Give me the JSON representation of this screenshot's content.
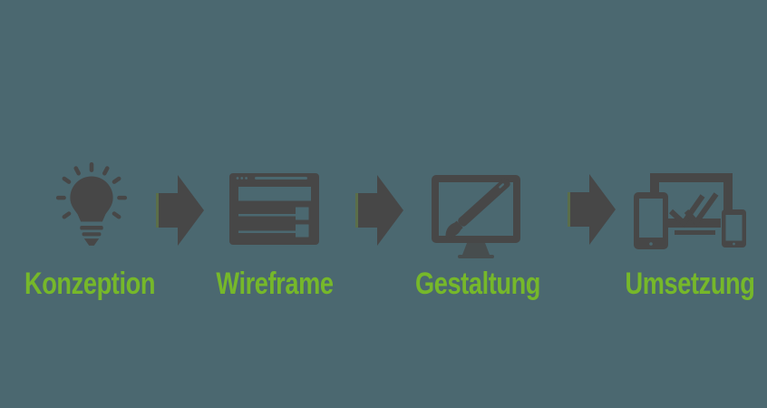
{
  "colors": {
    "background": "#4B6870",
    "icon_dark": "#474747",
    "label_green": "#76B82A",
    "arrow_edge_olive": "#5E7042"
  },
  "process": {
    "steps": [
      {
        "label": "Konzeption",
        "icon": "lightbulb-idea-icon"
      },
      {
        "label": "Wireframe",
        "icon": "browser-wireframe-icon"
      },
      {
        "label": "Gestaltung",
        "icon": "monitor-paintbrush-icon"
      },
      {
        "label": "Umsetzung",
        "icon": "responsive-devices-check-icon"
      }
    ],
    "connector": {
      "type": "arrow-right",
      "count": 3,
      "direction": "right"
    }
  }
}
